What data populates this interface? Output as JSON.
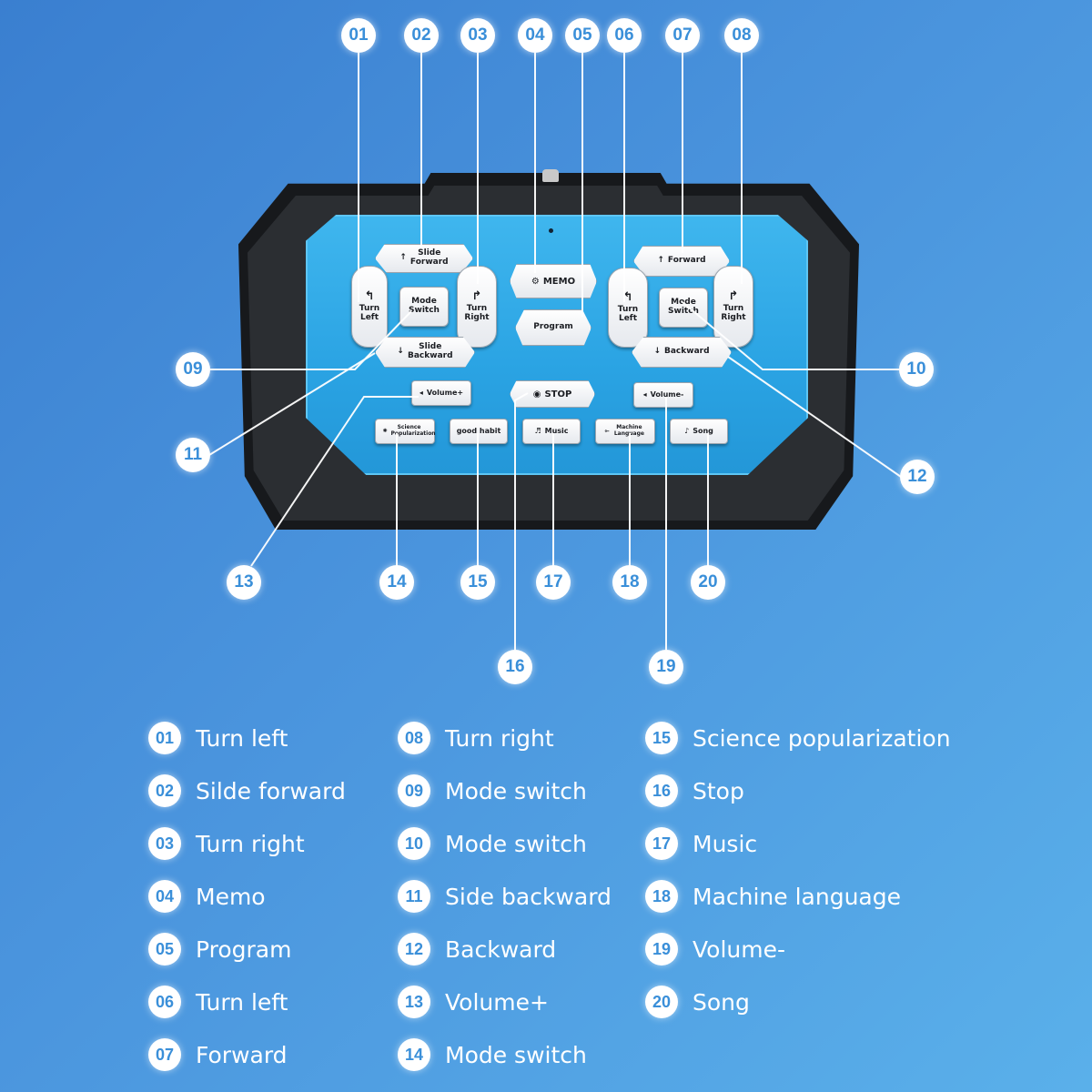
{
  "callouts": [
    "01",
    "02",
    "03",
    "04",
    "05",
    "06",
    "07",
    "08",
    "09",
    "10",
    "11",
    "12",
    "13",
    "14",
    "15",
    "16",
    "17",
    "18",
    "19",
    "20"
  ],
  "buttons": {
    "slide_forward": "Slide Forward",
    "turn_left": "Turn Left",
    "mode_switch": "Mode Switch",
    "turn_right": "Turn Right",
    "slide_backward": "Slide Backward",
    "memo": "MEMO",
    "program": "Program",
    "stop": "STOP",
    "forward": "Forward",
    "backward": "Backward",
    "volume_plus": "Volume+",
    "volume_minus": "Volume-",
    "science_popularization": "Science Popularization",
    "good_habit": "good habit",
    "music": "Music",
    "machine_language": "Machine Language",
    "song": "Song"
  },
  "legend": [
    {
      "num": "01",
      "label": "Turn left"
    },
    {
      "num": "02",
      "label": "Silde forward"
    },
    {
      "num": "03",
      "label": "Turn right"
    },
    {
      "num": "04",
      "label": "Memo"
    },
    {
      "num": "05",
      "label": "Program"
    },
    {
      "num": "06",
      "label": "Turn left"
    },
    {
      "num": "07",
      "label": "Forward"
    },
    {
      "num": "08",
      "label": "Turn right"
    },
    {
      "num": "09",
      "label": "Mode switch"
    },
    {
      "num": "10",
      "label": "Mode switch"
    },
    {
      "num": "11",
      "label": "Side backward"
    },
    {
      "num": "12",
      "label": "Backward"
    },
    {
      "num": "13",
      "label": "Volume+"
    },
    {
      "num": "14",
      "label": "Mode switch"
    },
    {
      "num": "15",
      "label": "Science popularization"
    },
    {
      "num": "16",
      "label": "Stop"
    },
    {
      "num": "17",
      "label": "Music"
    },
    {
      "num": "18",
      "label": "Machine language"
    },
    {
      "num": "19",
      "label": "Volume-"
    },
    {
      "num": "20",
      "label": "Song"
    }
  ],
  "colors": {
    "background": "#4a94dd",
    "panel": "#2aa3e3",
    "body": "#17191c",
    "callout_text": "#3a8fd9"
  }
}
